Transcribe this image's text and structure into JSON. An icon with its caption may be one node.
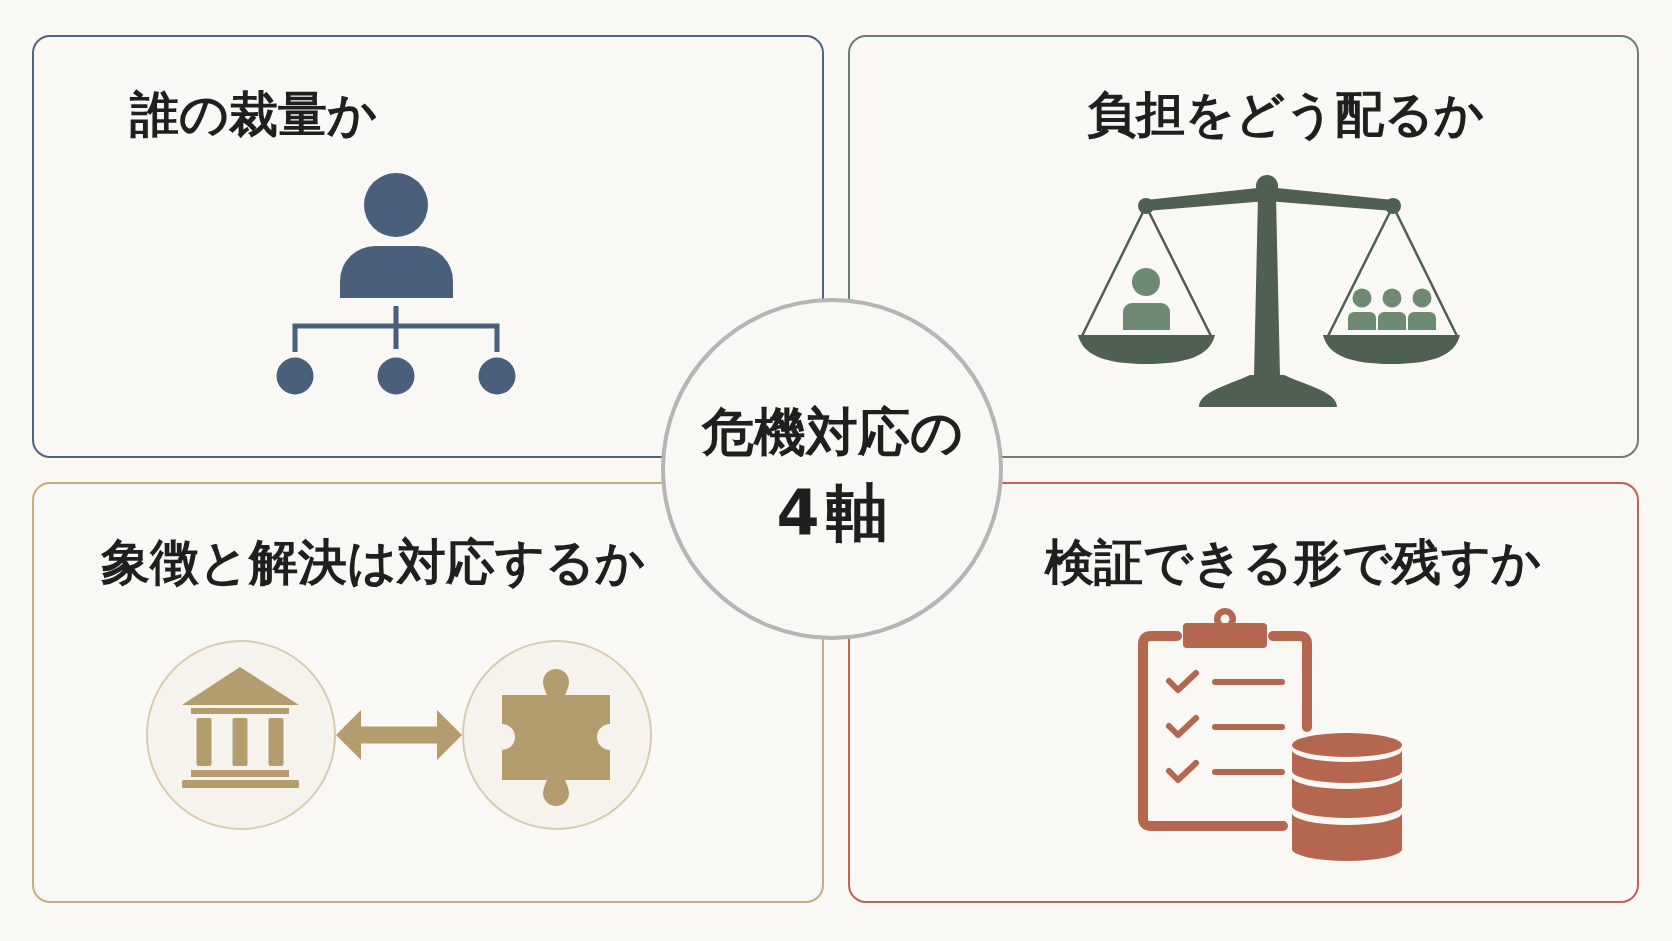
{
  "diagram": {
    "nodes": [
      {
        "text": [
          "誰の裁量か"
        ]
      },
      {
        "text": [
          "負担をどう配るか"
        ]
      },
      {
        "text": [
          "危機対応の",
          "4軸"
        ]
      },
      {
        "text": [
          "象徴と解決は対応するか"
        ]
      },
      {
        "text": [],
        "shape": "circle",
        "in": 3
      },
      {
        "text": [],
        "shape": "circle",
        "in": 3
      },
      {
        "text": [
          "検証できる形で残すか"
        ]
      }
    ],
    "edges": [
      {
        "from": 4,
        "to": 5,
        "arrow": "both"
      }
    ]
  }
}
